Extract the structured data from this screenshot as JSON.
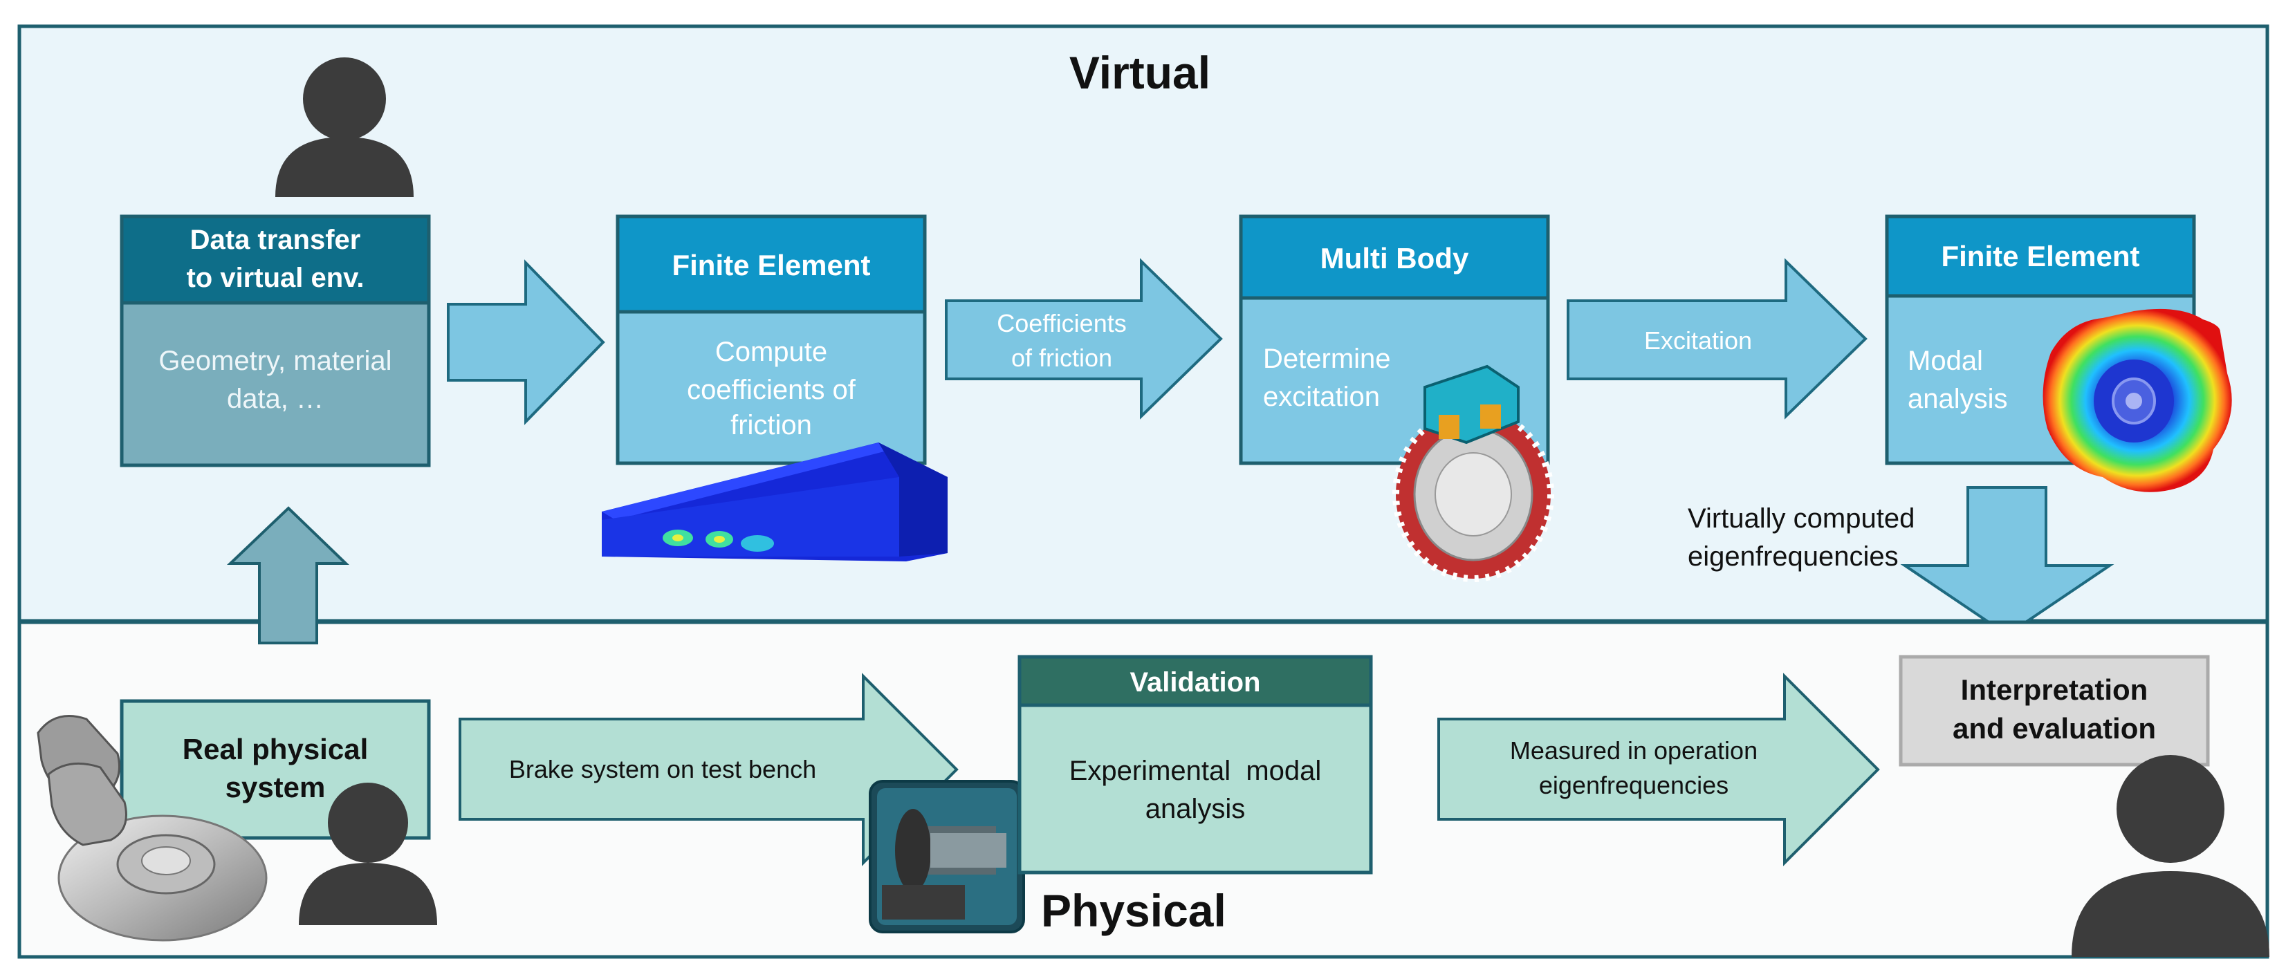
{
  "sections": {
    "virtual_title": "Virtual",
    "physical_title": "Physical"
  },
  "virtual": {
    "data_transfer": {
      "header_lines": [
        "Data transfer",
        "to virtual env."
      ],
      "body_lines": [
        "Geometry, material",
        "data, …"
      ]
    },
    "fe_friction": {
      "header": "Finite Element",
      "body_lines": [
        "Compute",
        "coefficients of",
        "friction"
      ]
    },
    "arrow_coefficients": [
      "Coefficients",
      "of friction"
    ],
    "multi_body": {
      "header": "Multi Body",
      "body_lines": [
        "Determine",
        "excitation"
      ]
    },
    "arrow_excitation": "Excitation",
    "fe_modal": {
      "header": "Finite Element",
      "body_lines": [
        "Modal",
        "analysis"
      ]
    },
    "virtual_eigen_label": [
      "Virtually computed",
      "eigenfrequencies"
    ]
  },
  "physical": {
    "real_system": [
      "Real physical",
      "system"
    ],
    "arrow_test_bench": "Brake system on test bench",
    "validation": {
      "header": "Validation",
      "body_lines": [
        "Experimental  modal",
        "analysis"
      ]
    },
    "arrow_measured": [
      "Measured in operation",
      "eigenfrequencies"
    ],
    "interpretation": [
      "Interpretation",
      "and evaluation"
    ]
  },
  "colors": {
    "virtual_bg": "#eaf5fa",
    "physical_bg": "#fafbfb",
    "frame": "#1e5f6e",
    "blue_header": "#0f96c8",
    "blue_box": "#7fc8e4",
    "blue_arrow": "#7dc6e2",
    "teal_header": "#2f6f62",
    "teal_box": "#b3dfd4",
    "person": "#3c3c3c"
  },
  "icons": [
    "person-icon",
    "brake-pad-fe-image",
    "brake-disc-mbs-image",
    "modal-shape-image",
    "brake-hardware-image",
    "test-bench-image"
  ]
}
